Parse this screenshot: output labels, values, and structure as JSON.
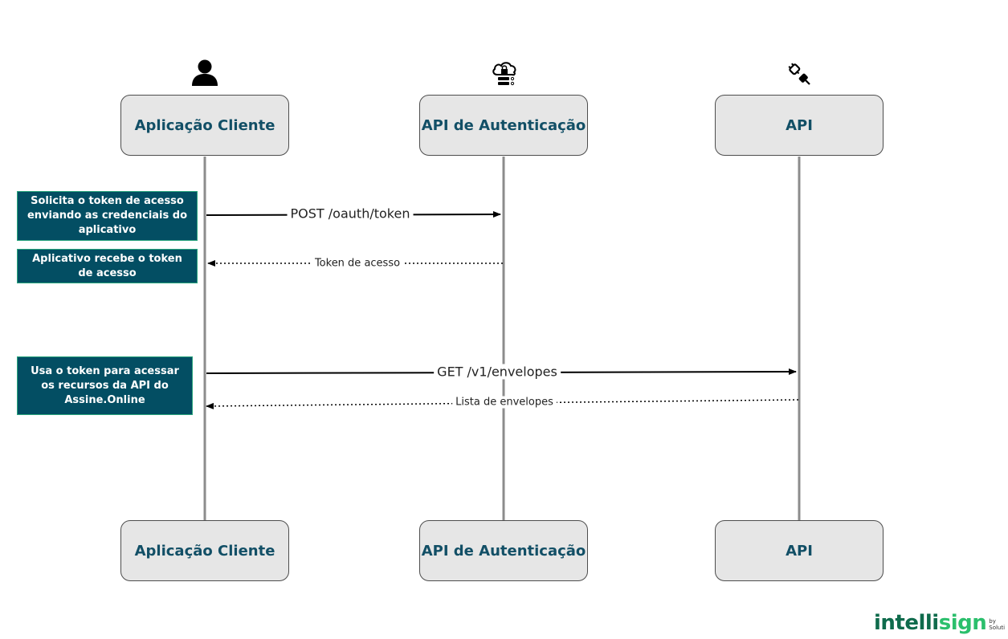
{
  "participants": [
    {
      "label": "Aplicação Cliente",
      "icon": "user-icon"
    },
    {
      "label": "API de Autenticação",
      "icon": "cloud-lock-server-icon"
    },
    {
      "label": "API",
      "icon": "plug-icon"
    }
  ],
  "messages": [
    {
      "label": "POST /oauth/token",
      "style": "solid"
    },
    {
      "label": "Token de acesso",
      "style": "dotted"
    },
    {
      "label": "GET /v1/envelopes",
      "style": "solid"
    },
    {
      "label": "Lista de envelopes",
      "style": "dotted"
    }
  ],
  "notes": [
    "Solicita o token de acesso enviando as credenciais do aplicativo",
    "Aplicativo recebe o token de acesso",
    "Usa o token para acessar os recursos da API do Assine.Online"
  ],
  "logo": {
    "main_a": "intelli",
    "main_b": "sign",
    "by": "by Soluti"
  },
  "colors": {
    "note_bg": "#034e63",
    "note_border": "#2aa57d",
    "box_bg": "#e6e6e6",
    "box_text": "#124f66",
    "lifeline": "#8c8c8c",
    "logo_dark": "#0f6b4c",
    "logo_light": "#2bbf6c"
  }
}
